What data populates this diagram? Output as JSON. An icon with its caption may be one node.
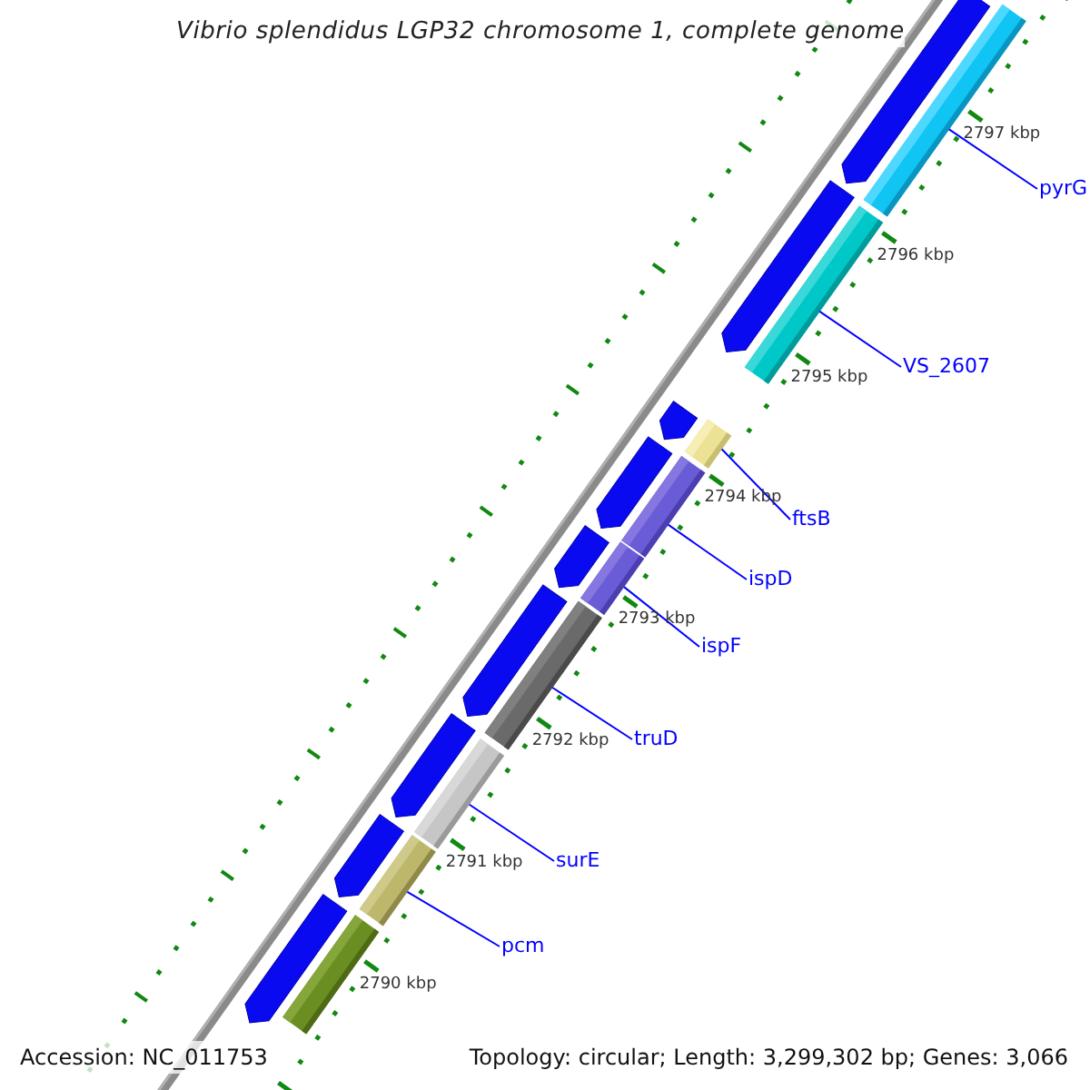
{
  "diagram": {
    "title": "Vibrio splendidus LGP32 chromosome 1, complete genome",
    "nodes": [
      {
        "text": [
          "pyrG"
        ]
      },
      {
        "text": [
          "VS_2607"
        ]
      },
      {
        "text": [
          "ftsB"
        ]
      },
      {
        "text": [
          "ispD"
        ]
      },
      {
        "text": [
          "ispF"
        ]
      },
      {
        "text": [
          "truD"
        ]
      },
      {
        "text": [
          "surE"
        ]
      },
      {
        "text": [
          "pcm"
        ]
      },
      {
        "text": [],
        "shape": "bar"
      },
      {
        "text": [],
        "shape": "bar"
      },
      {
        "text": [],
        "shape": "bar"
      },
      {
        "text": [],
        "shape": "bar"
      },
      {
        "text": [],
        "shape": "bar"
      },
      {
        "text": [],
        "shape": "bar"
      },
      {
        "text": [],
        "shape": "bar"
      },
      {
        "text": [],
        "shape": "bar"
      },
      {
        "text": [],
        "shape": "bar"
      },
      {
        "text": [],
        "shape": "bar"
      },
      {
        "text": [],
        "shape": "bar"
      },
      {
        "text": [],
        "shape": "bar"
      },
      {
        "text": [],
        "shape": "bar"
      },
      {
        "text": [],
        "shape": "bar"
      },
      {
        "text": [],
        "shape": "bar"
      },
      {
        "text": [],
        "shape": "bar"
      },
      {
        "text": [],
        "shape": "bar"
      },
      {
        "text": [],
        "shape": "bar"
      }
    ],
    "edges": [
      {
        "from": 0,
        "to": 8,
        "arrow": "none"
      },
      {
        "from": 1,
        "to": 9,
        "arrow": "none"
      },
      {
        "from": 2,
        "to": 10,
        "arrow": "none"
      },
      {
        "from": 3,
        "to": 11,
        "arrow": "none"
      },
      {
        "from": 4,
        "to": 12,
        "arrow": "none"
      },
      {
        "from": 5,
        "to": 13,
        "arrow": "none"
      },
      {
        "from": 6,
        "to": 14,
        "arrow": "none"
      },
      {
        "from": 7,
        "to": 15,
        "arrow": "none"
      }
    ],
    "labels": [
      "2797 kbp",
      "2796 kbp",
      "2795 kbp",
      "2794 kbp",
      "2793 kbp",
      "2792 kbp",
      "2791 kbp",
      "2790 kbp",
      "Accession: NC_011753",
      "Topology: circular; Length: 3,299,302 bp; Genes: 3,066"
    ]
  }
}
